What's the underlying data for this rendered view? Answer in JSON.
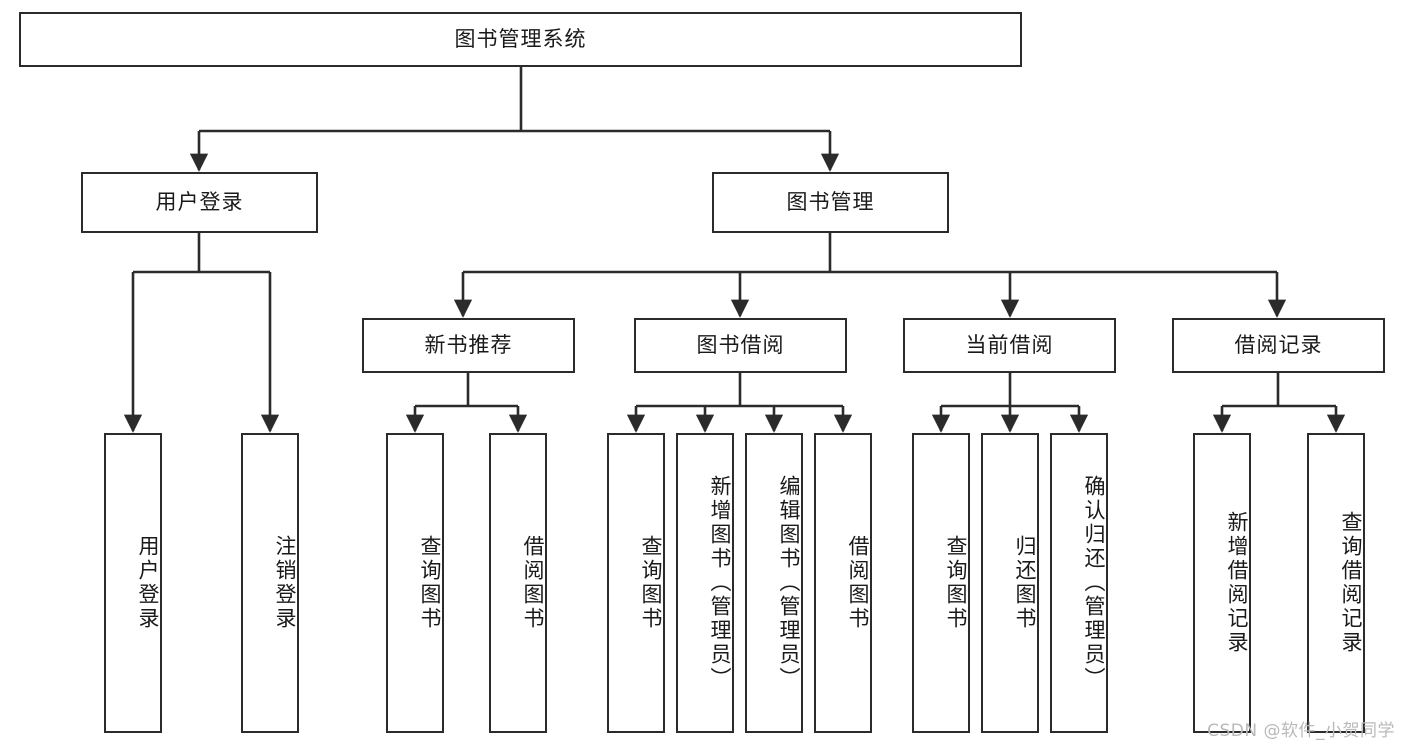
{
  "diagram": {
    "title": "图书管理系统",
    "watermark": "CSDN @软件_小贺同学",
    "line_color": "#2b2b2b",
    "box_fill": "#ffffff",
    "text_color": "#1a1a1a",
    "background": "#ffffff"
  },
  "root": {
    "label": "图书管理系统"
  },
  "level1": [
    {
      "label": "用户登录"
    },
    {
      "label": "图书管理"
    }
  ],
  "level2": [
    {
      "label": "新书推荐"
    },
    {
      "label": "图书借阅"
    },
    {
      "label": "当前借阅"
    },
    {
      "label": "借阅记录"
    }
  ],
  "leaves": {
    "user_login": [
      {
        "label": "用户登录"
      },
      {
        "label": "注销登录"
      }
    ],
    "new_book": [
      {
        "label": "查询图书"
      },
      {
        "label": "借阅图书"
      }
    ],
    "book_borrow": [
      {
        "label": "查询图书"
      },
      {
        "label": "新增图书（管理员）"
      },
      {
        "label": "编辑图书（管理员）"
      },
      {
        "label": "借阅图书"
      }
    ],
    "current_borrow": [
      {
        "label": "查询图书"
      },
      {
        "label": "归还图书"
      },
      {
        "label": "确认归还（管理员）"
      }
    ],
    "borrow_records": [
      {
        "label": "新增借阅记录"
      },
      {
        "label": "查询借阅记录"
      }
    ]
  }
}
